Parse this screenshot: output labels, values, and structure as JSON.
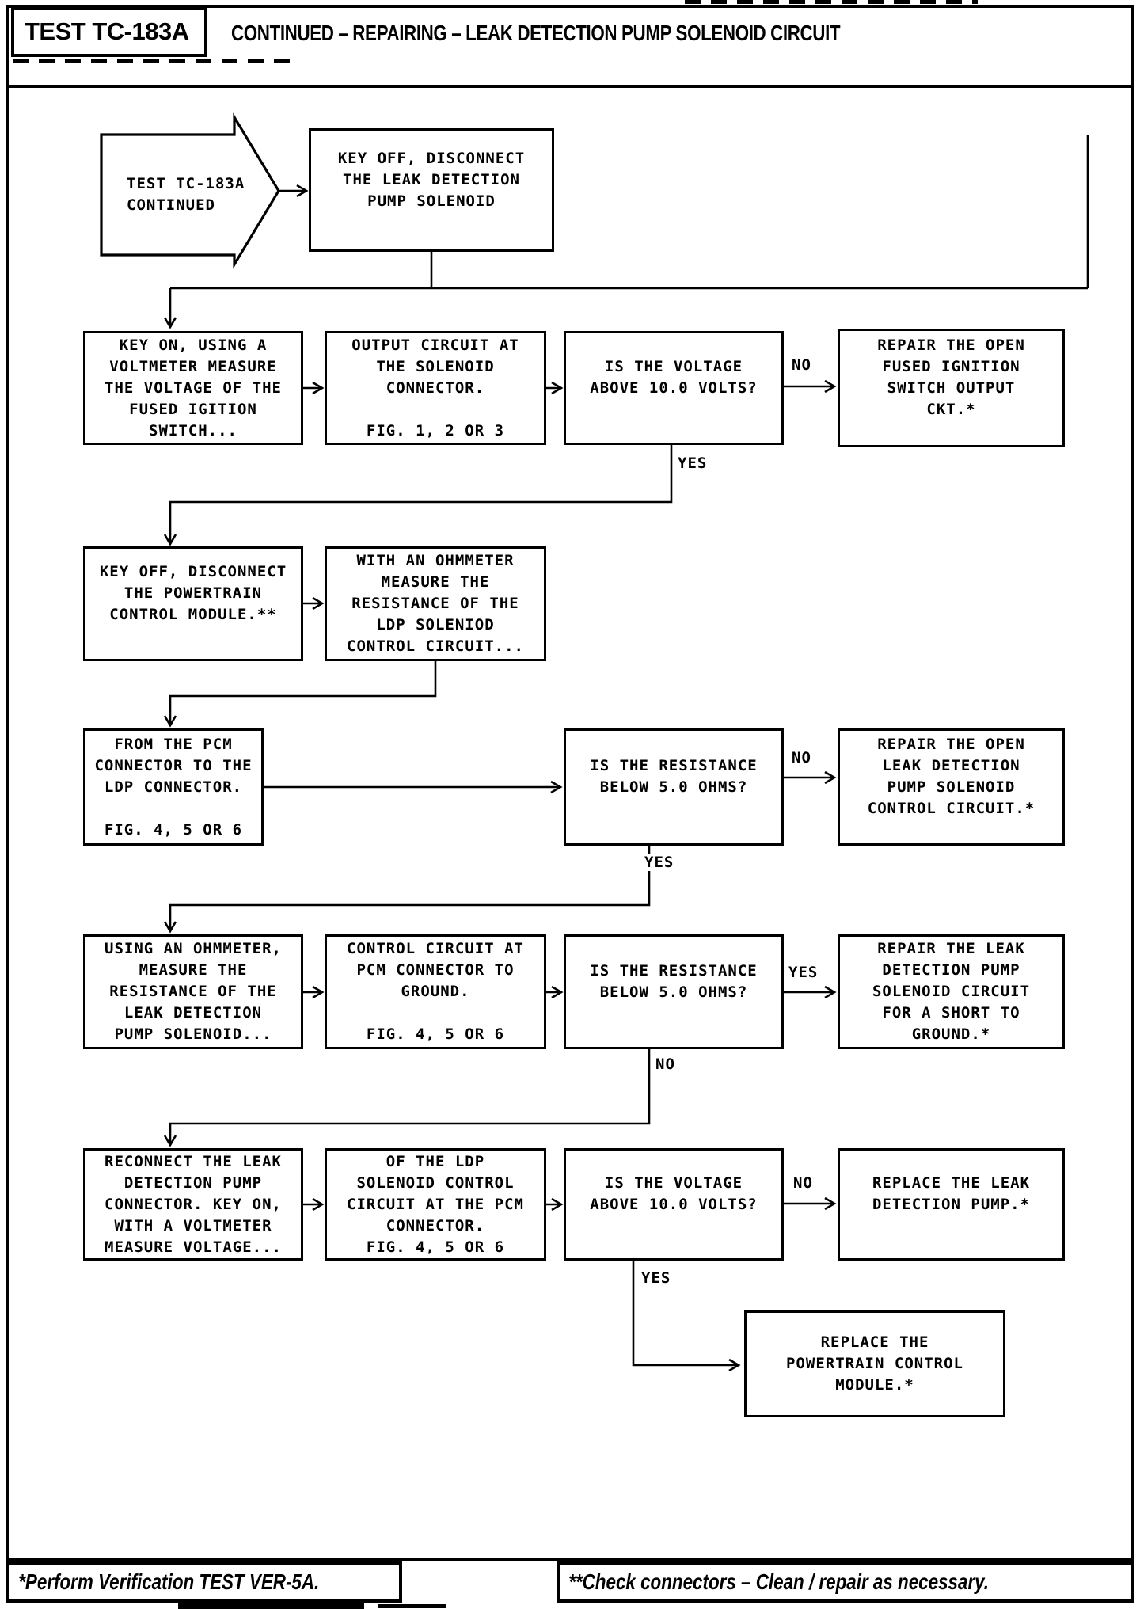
{
  "header": {
    "test_label": "TEST TC-183A",
    "title": "CONTINUED – REPAIRING – LEAK DETECTION PUMP SOLENOID CIRCUIT"
  },
  "flowchart": {
    "start": "TEST TC-183A\nCONTINUED",
    "nodes": {
      "disconnect_solenoid": "KEY OFF, DISCONNECT\nTHE LEAK DETECTION\nPUMP SOLENOID",
      "measure_ignition_voltage": "KEY ON, USING A\nVOLTMETER MEASURE\nTHE VOLTAGE OF THE\nFUSED IGITION\nSWITCH...",
      "output_circuit": "OUTPUT CIRCUIT AT\nTHE SOLENOID\nCONNECTOR.\n\nFIG. 1, 2 OR 3",
      "voltage_above_10_first": "IS THE VOLTAGE\nABOVE 10.0 VOLTS?",
      "repair_ignition_output": "REPAIR THE OPEN\nFUSED IGNITION\nSWITCH OUTPUT\nCKT.*",
      "disconnect_pcm": "KEY OFF, DISCONNECT\nTHE POWERTRAIN\nCONTROL MODULE.**",
      "ohmmeter_ldp_control": "WITH AN OHMMETER\nMEASURE THE\nRESISTANCE OF THE\nLDP SOLENIOD\nCONTROL CIRCUIT...",
      "pcm_to_ldp_connector": "FROM THE PCM\nCONNECTOR TO THE\nLDP CONNECTOR.\n\nFIG. 4, 5 OR 6",
      "resistance_below_5_first": "IS THE RESISTANCE\nBELOW 5.0 OHMS?",
      "repair_open_control_circuit": "REPAIR THE OPEN\nLEAK DETECTION\nPUMP SOLENOID\nCONTROL CIRCUIT.*",
      "measure_solenoid_resistance": "USING AN OHMMETER,\nMEASURE THE\nRESISTANCE OF THE\nLEAK DETECTION\nPUMP SOLENOID...",
      "control_circuit_to_ground": "CONTROL CIRCUIT AT\nPCM CONNECTOR TO\nGROUND.\n\nFIG. 4, 5 OR 6",
      "resistance_below_5_second": "IS THE RESISTANCE\nBELOW 5.0 OHMS?",
      "repair_short_to_ground": "REPAIR THE LEAK\nDETECTION PUMP\nSOLENOID CIRCUIT\nFOR A SHORT TO\nGROUND.*",
      "reconnect_pump": "RECONNECT THE LEAK\nDETECTION PUMP\nCONNECTOR. KEY ON,\nWITH A VOLTMETER\nMEASURE VOLTAGE...",
      "ldp_control_at_pcm": "OF THE LDP\nSOLENOID CONTROL\nCIRCUIT AT THE PCM\nCONNECTOR.\nFIG. 4, 5 OR 6",
      "voltage_above_10_second": "IS THE VOLTAGE\nABOVE 10.0 VOLTS?",
      "replace_pump": "REPLACE THE LEAK\nDETECTION PUMP.*",
      "replace_pcm": "REPLACE THE\nPOWERTRAIN CONTROL\nMODULE.*"
    },
    "edge_labels": {
      "no_row2": "NO",
      "yes_row2": "YES",
      "no_row4": "NO",
      "yes_row4": "YES",
      "yes_row5": "YES",
      "no_row5": "NO",
      "no_row6": "NO",
      "yes_row6": "YES"
    }
  },
  "footer": {
    "left": "*Perform Verification TEST VER-5A.",
    "right": "**Check connectors – Clean / repair as necessary."
  }
}
